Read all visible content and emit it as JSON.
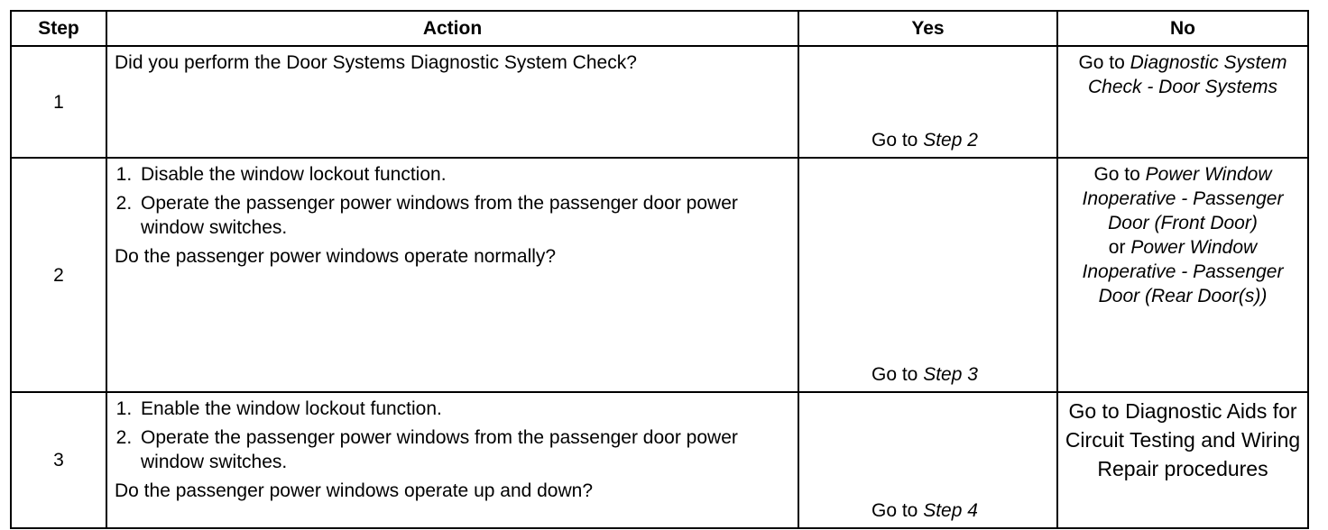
{
  "header": {
    "step": "Step",
    "action": "Action",
    "yes": "Yes",
    "no": "No"
  },
  "rows": [
    {
      "step": "1",
      "action_steps": [],
      "action_question": "Did you perform the Door Systems Diagnostic System Check?",
      "yes_prefix": "Go to ",
      "yes_link": "Step 2",
      "no_parts": [
        "Go to ",
        "Diagnostic System Check - Door Systems"
      ]
    },
    {
      "step": "2",
      "action_steps": [
        "Disable the window lockout function.",
        "Operate the passenger power windows from the passenger door power window switches."
      ],
      "action_question": "Do the passenger power windows operate normally?",
      "yes_prefix": "Go to ",
      "yes_link": "Step 3",
      "no_parts": [
        "Go to ",
        "Power Window Inoperative - Passenger Door (Front Door)",
        " or ",
        "Power Window Inoperative - Passenger Door (Rear Door(s))"
      ]
    },
    {
      "step": "3",
      "action_steps": [
        "Enable the window lockout function.",
        "Operate the passenger power windows from the passenger door power window switches."
      ],
      "action_question": "Do the passenger power windows operate up and down?",
      "yes_prefix": "Go to ",
      "yes_link": "Step 4",
      "no_text": "Go to Diagnostic Aids for Circuit Testing and Wiring Repair procedures"
    }
  ]
}
